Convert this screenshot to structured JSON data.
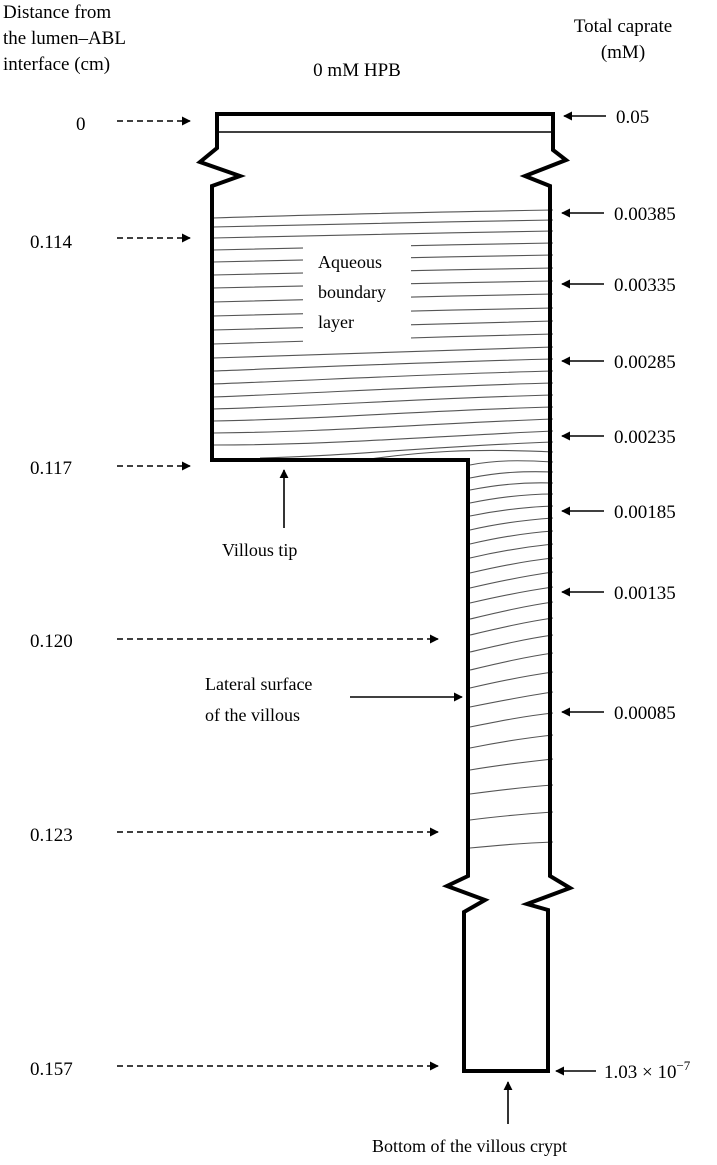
{
  "header": {
    "left_title_lines": [
      "Distance from",
      "the lumen–ABL",
      "interface (cm)"
    ],
    "center_title": "0 mM HPB",
    "right_title_lines": [
      "Total caprate",
      "(mM)"
    ]
  },
  "distance_labels": [
    "0",
    "0.114",
    "0.117",
    "0.120",
    "0.123",
    "0.157"
  ],
  "caprate_labels": [
    "0.05",
    "0.00385",
    "0.00335",
    "0.00285",
    "0.00235",
    "0.00185",
    "0.00135",
    "0.00085"
  ],
  "caprate_bottom": {
    "mantissa": "1.03 × 10",
    "exponent": "−7"
  },
  "annotations": {
    "abl_lines": [
      "Aqueous",
      "boundary",
      "layer"
    ],
    "villous_tip": "Villous tip",
    "lateral_lines": [
      "Lateral surface",
      "of the villous"
    ],
    "crypt_bottom": "Bottom of the villous crypt"
  }
}
